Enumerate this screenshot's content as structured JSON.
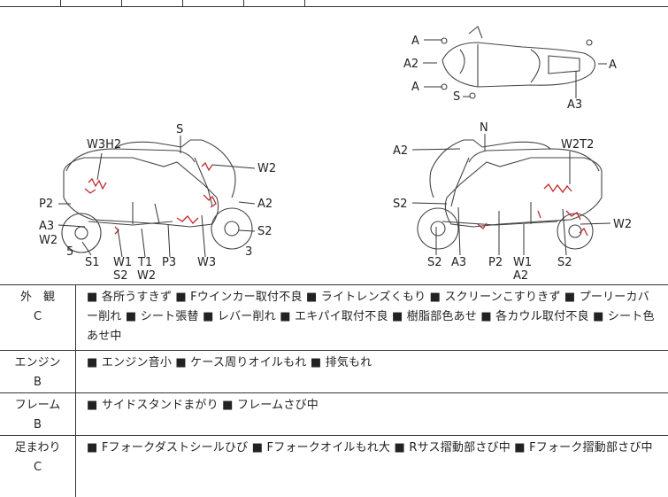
{
  "diagram": {
    "top_view_labels": [
      "A",
      "A2",
      "A",
      "S",
      "A3",
      "A"
    ],
    "left_side_labels": [
      "S",
      "W3H2",
      "W2",
      "P2",
      "A2",
      "A3",
      "W2",
      "S2",
      "5",
      "S1",
      "W1",
      "S2",
      "T1",
      "W2",
      "P3",
      "W3",
      "3"
    ],
    "right_side_labels": [
      "N",
      "A2",
      "W2T2",
      "S2",
      "W2",
      "S2",
      "A3",
      "P2",
      "W1",
      "A2",
      "S2"
    ]
  },
  "rows": [
    {
      "category": "外　観",
      "grade": "C",
      "text": "■ 各所うすきず ■ Fウインカー取付不良 ■ ライトレンズくもり ■ スクリーンこすりきず ■ プーリーカバー削れ ■ シート張替 ■ レバー削れ ■ エキパイ取付不良 ■ 樹脂部色あせ ■ 各カウル取付不良 ■ シート色あせ中"
    },
    {
      "category": "エンジン",
      "grade": "B",
      "text": "■ エンジン音小 ■ ケース周りオイルもれ ■ 排気もれ"
    },
    {
      "category": "フレーム",
      "grade": "B",
      "text": "■ サイドスタンドまがり ■ フレームさび中"
    },
    {
      "category": "足まわり",
      "grade": "C",
      "text": "■ Fフォークダストシールひび ■ Fフォークオイルもれ大 ■ Rサス摺動部さび中 ■ Fフォーク摺動部さび中"
    }
  ],
  "colors": {
    "line": "#333333",
    "damage_mark": "#c0282d",
    "bike_outline": "#444444",
    "bike_fill": "#ffffff"
  }
}
